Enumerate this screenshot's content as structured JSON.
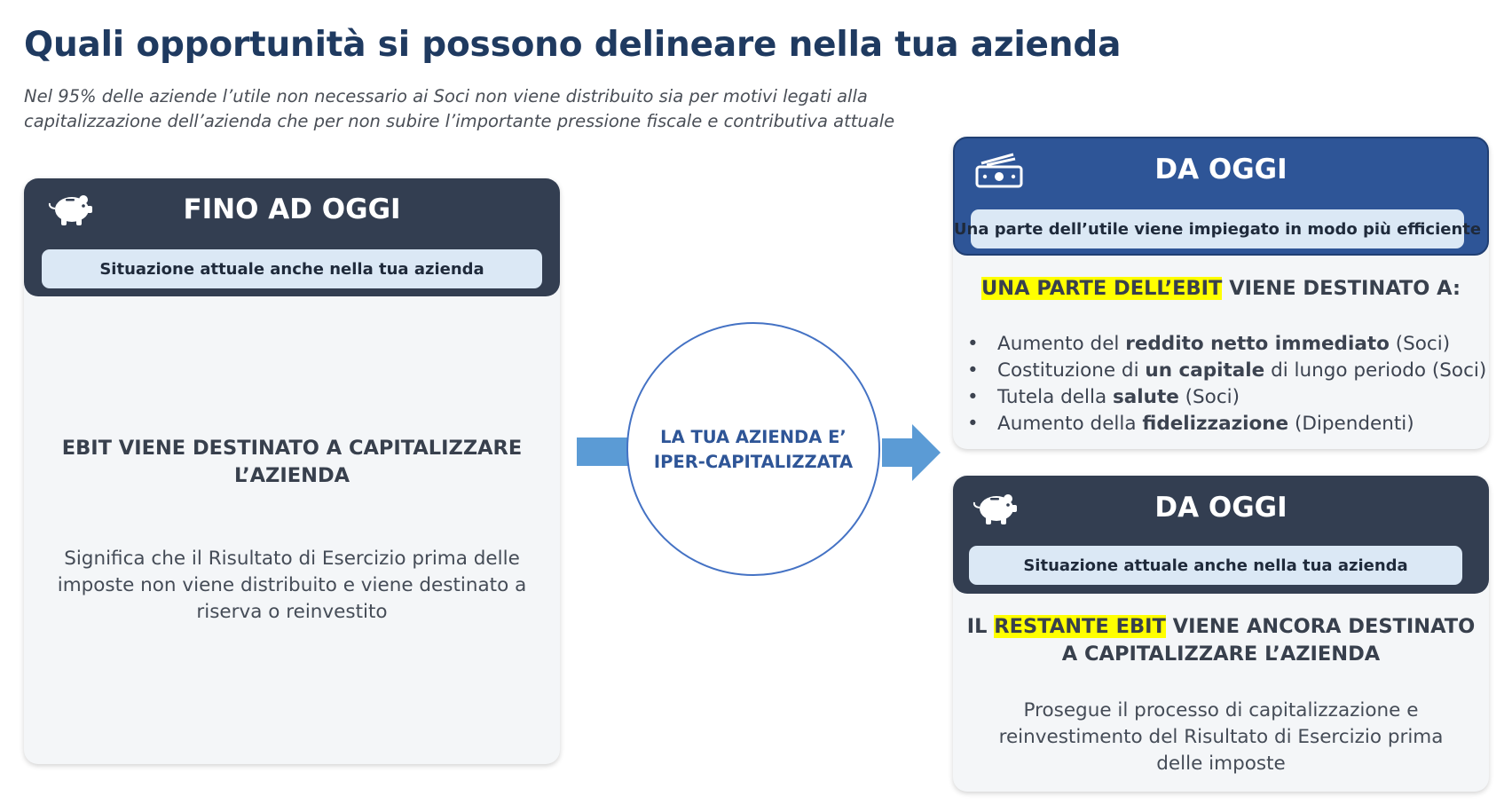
{
  "title": "Quali opportunità si possono delineare nella tua azienda",
  "subtitle": {
    "line1": "Nel 95% delle aziende l’utile non necessario ai Soci non viene distribuito sia per motivi legati alla",
    "line2": "capitalizzazione dell’azienda che per non subire l’importante pressione fiscale e contributiva attuale"
  },
  "left_panel": {
    "icon": "piggy-bank-icon",
    "title": "FINO AD OGGI",
    "pill": "Situazione attuale anche nella tua azienda",
    "heading_line1": "EBIT VIENE DESTINATO A CAPITALIZZARE",
    "heading_line2": "L’AZIENDA",
    "body_line1": "Significa che il Risultato di Esercizio prima delle",
    "body_line2": "imposte non viene distribuito e viene destinato a",
    "body_line3": "riserva o reinvestito"
  },
  "center": {
    "line1": "LA TUA AZIENDA E’",
    "line2": "IPER-CAPITALIZZATA",
    "arrow_color": "#5b9bd5"
  },
  "right_top": {
    "icon": "money-icon",
    "title": "DA OGGI",
    "pill": "Una parte dell’utile viene impiegato in modo più efficiente",
    "heading_highlight": "UNA PARTE DELL’EBIT",
    "heading_rest": " VIENE DESTINATO A:",
    "bullets": [
      {
        "pre": "Aumento del ",
        "bold": "reddito netto immediato",
        "post": " (Soci)"
      },
      {
        "pre": "Costituzione di ",
        "bold": "un capitale",
        "post": " di lungo periodo (Soci)"
      },
      {
        "pre": "Tutela della ",
        "bold": "salute",
        "post": " (Soci)"
      },
      {
        "pre": "Aumento della ",
        "bold": "fidelizzazione",
        "post": " (Dipendenti)"
      }
    ]
  },
  "right_bottom": {
    "icon": "piggy-bank-icon",
    "title": "DA OGGI",
    "pill": "Situazione attuale anche nella tua azienda",
    "heading_pre": "IL ",
    "heading_highlight": "RESTANTE EBIT",
    "heading_rest": " VIENE ANCORA DESTINATO",
    "heading_line2": "A CAPITALIZZARE L’AZIENDA",
    "body_line1": "Prosegue il processo di capitalizzazione e",
    "body_line2": "reinvestimento del Risultato di Esercizio prima",
    "body_line3": "delle imposte"
  },
  "colors": {
    "title": "#1f3a60",
    "header_dark": "#333e51",
    "header_blue": "#2e5597",
    "pill": "#dbe8f5",
    "highlight": "#ffff00",
    "circle_border": "#4472c4"
  }
}
